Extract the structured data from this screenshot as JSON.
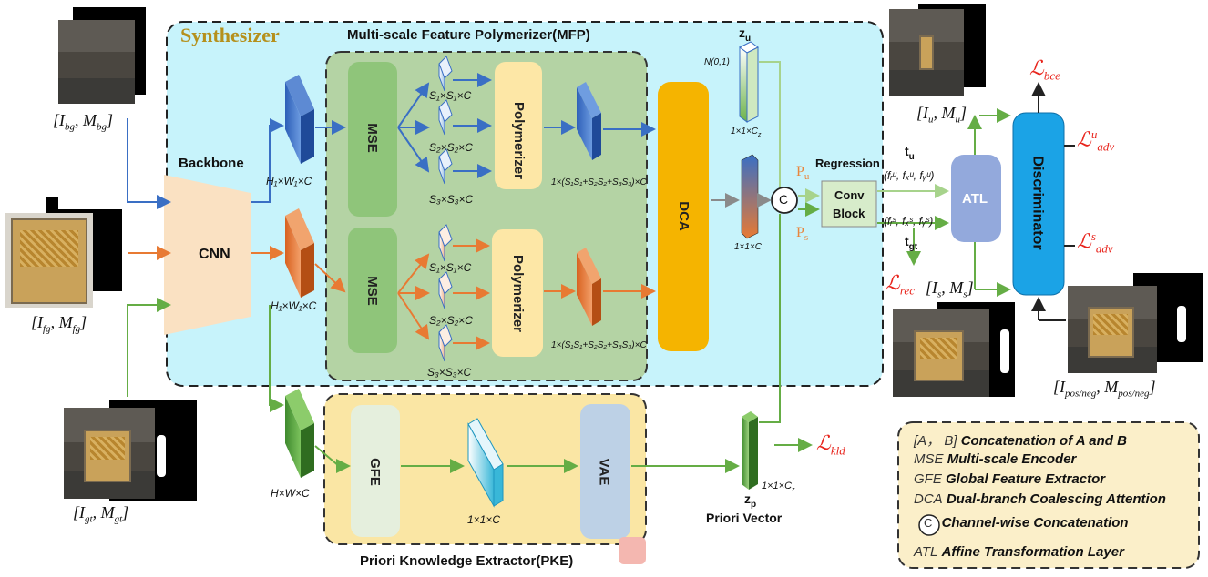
{
  "titles": {
    "synthesizer": "Synthesizer",
    "mfp": "Multi-scale Feature Polymerizer(MFP)",
    "pke": "Priori Knowledge Extractor(PKE)",
    "backbone": "Backbone",
    "regression": "Regression",
    "priori_vector": "Priori Vector"
  },
  "blocks": {
    "cnn": "CNN",
    "mse": "MSE",
    "polymerizer": "Polymerizer",
    "dca": "DCA",
    "gfe": "GFE",
    "vae": "VAE",
    "conv_block_1": "Conv",
    "conv_block_2": "Block",
    "atl": "ATL",
    "discriminator": "Discriminator",
    "concat_symbol": "C"
  },
  "inputs": {
    "bg": "[I",
    "bg_sub": "bg",
    "bg_m": ", M",
    "bg_m_sub": "bg",
    "fg": "[I",
    "fg_sub": "fg",
    "fg_m": ", M",
    "fg_m_sub": "fg",
    "gt": "[I",
    "gt_sub": "gt",
    "gt_m": ", M",
    "gt_m_sub": "gt",
    "u": "[I",
    "u_sub": "u",
    "u_m": ", M",
    "u_m_sub": "u",
    "s": "[I",
    "s_sub": "s",
    "s_m": ", M",
    "s_m_sub": "s",
    "pos": "[I",
    "pos_sub": "pos/neg",
    "pos_m": ", M",
    "pos_m_sub": "pos/neg",
    "close": "]"
  },
  "dims": {
    "h1w1c_top": "H₁×W₁×C",
    "h1w1c_mid": "H₁×W₁×C",
    "hwc": "H×W×C",
    "s1": "S₁×S₁×C",
    "s2": "S₂×S₂×C",
    "s3": "S₃×S₃×C",
    "poly_out": "1×(S₁S₁+S₂S₂+S₃S₃)×C",
    "dca_out": "1×1×C",
    "gfe_out": "1×1×C",
    "zu_dim": "1×1×C",
    "zu_dim_sub": "z",
    "zp_dim": "1×1×C",
    "zp_dim_sub": "z",
    "normal": "N(0,1)"
  },
  "vectors": {
    "zu": "z",
    "zu_sub": "u",
    "zp": "z",
    "zp_sub": "p",
    "pu": "P",
    "pu_sub": "u",
    "ps": "P",
    "ps_sub": "s",
    "tu": "t",
    "tu_sub": "u",
    "tgt": "t",
    "tgt_sub": "gt",
    "fu": "(fᵣᵘ, fₓᵘ, fᵧᵘ)",
    "fs": "(fᵣˢ, fₓˢ, fᵧˢ)"
  },
  "losses": {
    "bce": "ℒ",
    "bce_sub": "bce",
    "adv_u": "ℒ",
    "adv_u_sup": "u",
    "adv_u_sub": "adv",
    "adv_s": "ℒ",
    "adv_s_sup": "s",
    "adv_s_sub": "adv",
    "rec": "ℒ",
    "rec_sub": "rec",
    "kld": "ℒ",
    "kld_sub": "kld"
  },
  "legend": [
    {
      "key": "[A， B]",
      "value": "Concatenation of A and B"
    },
    {
      "key": "MSE",
      "value": "Multi-scale Encoder"
    },
    {
      "key": "GFE",
      "value": "Global Feature Extractor"
    },
    {
      "key": "DCA",
      "value": "Dual-branch Coalescing Attention"
    },
    {
      "key": "C",
      "value": "Channel-wise Concatenation"
    },
    {
      "key": "ATL",
      "value": "Affine Transformation Layer"
    }
  ],
  "colors": {
    "synth_bg": "#c7f3fb",
    "mfp_bg": "#b4d3a4",
    "pke_bg": "#fae6a4",
    "legend_bg": "#fbefc9",
    "blue": "#3a6fc4",
    "orange": "#e87a33",
    "green": "#65ad45",
    "dca": "#f5b400",
    "discriminator": "#1ba3e6",
    "atl": "#93a9dc",
    "loss_red": "#e8241c"
  }
}
